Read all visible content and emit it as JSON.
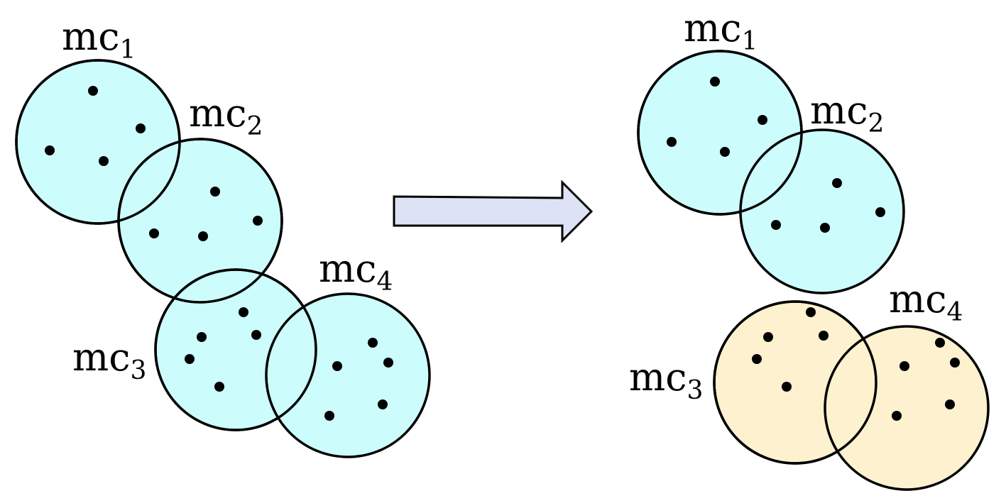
{
  "colors": {
    "cluster_cyan": "#ccfcfc",
    "cluster_yellow": "#fdf1cf",
    "arrow_fill": "#dde2f4",
    "stroke": "#000000"
  },
  "before": {
    "clusters": [
      {
        "label_base": "mc",
        "label_sub": "1",
        "color": "cyan"
      },
      {
        "label_base": "mc",
        "label_sub": "2",
        "color": "cyan"
      },
      {
        "label_base": "mc",
        "label_sub": "3",
        "color": "cyan"
      },
      {
        "label_base": "mc",
        "label_sub": "4",
        "color": "cyan"
      }
    ]
  },
  "after": {
    "clusters": [
      {
        "label_base": "mc",
        "label_sub": "1",
        "color": "cyan"
      },
      {
        "label_base": "mc",
        "label_sub": "2",
        "color": "cyan"
      },
      {
        "label_base": "mc",
        "label_sub": "3",
        "color": "yellow"
      },
      {
        "label_base": "mc",
        "label_sub": "4",
        "color": "yellow"
      }
    ]
  },
  "arrow_icon": "right-arrow-icon"
}
